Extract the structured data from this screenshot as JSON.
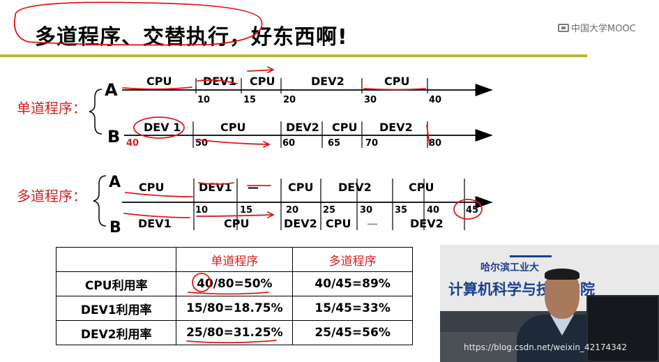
{
  "title": "多道程序、交替执行，好东西啊!",
  "logo": "中国大学MOOC",
  "single": {
    "label": "单道程序：",
    "A": {
      "name": "A",
      "segments": [
        "CPU",
        "DEV1",
        "CPU",
        "DEV2",
        "CPU"
      ],
      "ticks": [
        "10",
        "15",
        "20",
        "30",
        "40"
      ]
    },
    "B": {
      "name": "B",
      "segments": [
        "DEV 1",
        "CPU",
        "DEV2",
        "CPU",
        "DEV2"
      ],
      "ticks": [
        "40",
        "50",
        "60",
        "65",
        "70",
        "80"
      ]
    }
  },
  "multi": {
    "label": "多道程序：",
    "A": {
      "name": "A",
      "segments": [
        "CPU",
        "DEV1",
        "—",
        "CPU",
        "DEV2",
        "CPU"
      ]
    },
    "B": {
      "name": "B",
      "segments": [
        "DEV1",
        "CPU",
        "DEV2",
        "CPU",
        "—",
        "DEV2"
      ]
    },
    "ticks": [
      "10",
      "15",
      "20",
      "25",
      "30",
      "35",
      "40",
      "45"
    ]
  },
  "table": {
    "headers": [
      "",
      "单道程序",
      "多道程序"
    ],
    "rows": [
      [
        "CPU利用率",
        "40/80=50%",
        "40/45=89%"
      ],
      [
        "DEV1利用率",
        "15/80=18.75%",
        "15/45=33%"
      ],
      [
        "DEV2利用率",
        "25/80=31.25%",
        "25/45=56%"
      ]
    ]
  },
  "video": {
    "school": "哈尔滨工业大",
    "dept": "计算机科学与技术学院",
    "watermark": "https://blog.csdn.net/weixin_42174342"
  }
}
